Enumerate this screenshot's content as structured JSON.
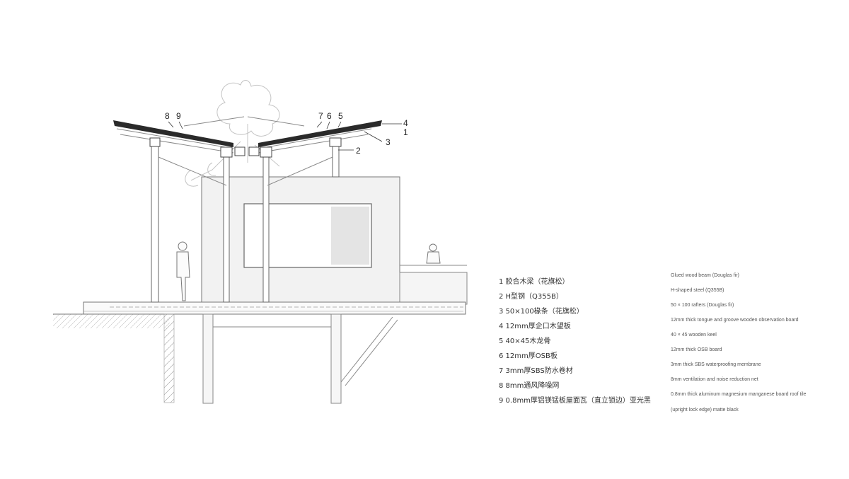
{
  "callouts": {
    "c8": "8",
    "c9": "9",
    "c7": "7",
    "c6": "6",
    "c5": "5",
    "c4": "4",
    "c1": "1",
    "c2": "2",
    "c3": "3"
  },
  "legend": {
    "items": [
      {
        "cn": "1 胶合木梁（花旗松）",
        "en": "Glued wood beam (Douglas fir)"
      },
      {
        "cn": "2 H型钢（Q355B）",
        "en": "H-shaped steel (Q355B)"
      },
      {
        "cn": "3 50×100椽条（花旗松）",
        "en": "50 × 100 rafters (Douglas fir)"
      },
      {
        "cn": "4 12mm厚企口木望板",
        "en": "12mm thick tongue and groove wooden observation board"
      },
      {
        "cn": "5 40×45木龙骨",
        "en": "40 × 45 wooden keel"
      },
      {
        "cn": "6 12mm厚OSB板",
        "en": "12mm thick OSB board"
      },
      {
        "cn": "7 3mm厚SBS防水卷材",
        "en": "3mm thick SBS waterproofing membrane"
      },
      {
        "cn": "8 8mm通风降噪网",
        "en": "8mm ventilation and noise reduction net"
      },
      {
        "cn": "9 0.8mm厚铝镁锰板屋面瓦（直立锁边）亚光黑",
        "en": "0.8mm thick aluminum magnesium manganese board roof tile"
      }
    ],
    "extra_en": "(upright lock edge) matte black"
  },
  "colors": {
    "line": "#555555",
    "roof": "#2a2a2a",
    "wall_fill": "#f1f1f1",
    "window_fill": "#ffffff",
    "shade_fill": "#e6e6e6",
    "tree": "#bfbfbf"
  }
}
